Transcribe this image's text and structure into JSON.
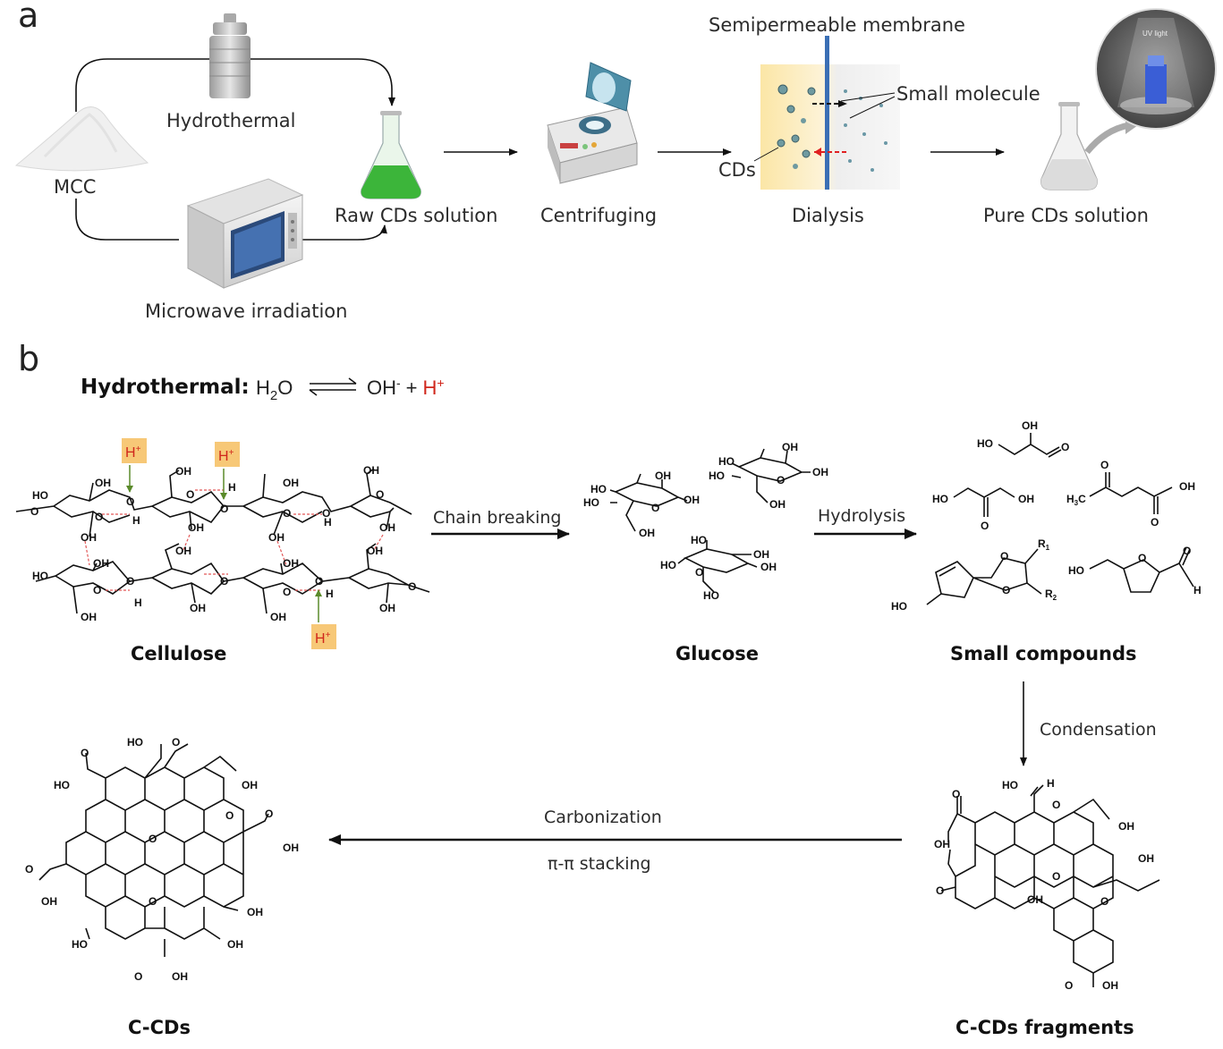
{
  "panel_a": {
    "label": "a",
    "mcc": "MCC",
    "hydrothermal": "Hydrothermal",
    "microwave": "Microwave irradiation",
    "raw_cds": "Raw CDs solution",
    "centrifuging": "Centrifuging",
    "membrane": "Semipermeable membrane",
    "small_molecule": "Small molecule",
    "cds": "CDs",
    "dialysis": "Dialysis",
    "pure_cds": "Pure CDs solution",
    "uv_light": "UV light"
  },
  "panel_b": {
    "label": "b",
    "hydrothermal_label": "Hydrothermal:",
    "equation": {
      "left": "H",
      "left_sub": "2",
      "left_end": "O",
      "oh": "OH",
      "oh_sup": "-",
      "plus": "+",
      "h": "H",
      "h_sup": "+"
    },
    "proton": "H",
    "proton_sup": "+",
    "cellulose": "Cellulose",
    "chain_breaking": "Chain breaking",
    "glucose": "Glucose",
    "hydrolysis": "Hydrolysis",
    "small_compounds": "Small compounds",
    "condensation": "Condensation",
    "fragments": "C-CDs fragments",
    "carbonization": "Carbonization",
    "pi_stacking": "π-π stacking",
    "ccds": "C-CDs",
    "chem": {
      "ho": "HO",
      "oh": "OH",
      "o": "O",
      "h": "H",
      "h3c": "H",
      "r1": "R",
      "r2": "R"
    }
  },
  "colors": {
    "proton_red": "#d0271c",
    "proton_box": "#f7c877",
    "green_liquid": "#3cb53a",
    "membrane_blue": "#3b6fb5"
  }
}
